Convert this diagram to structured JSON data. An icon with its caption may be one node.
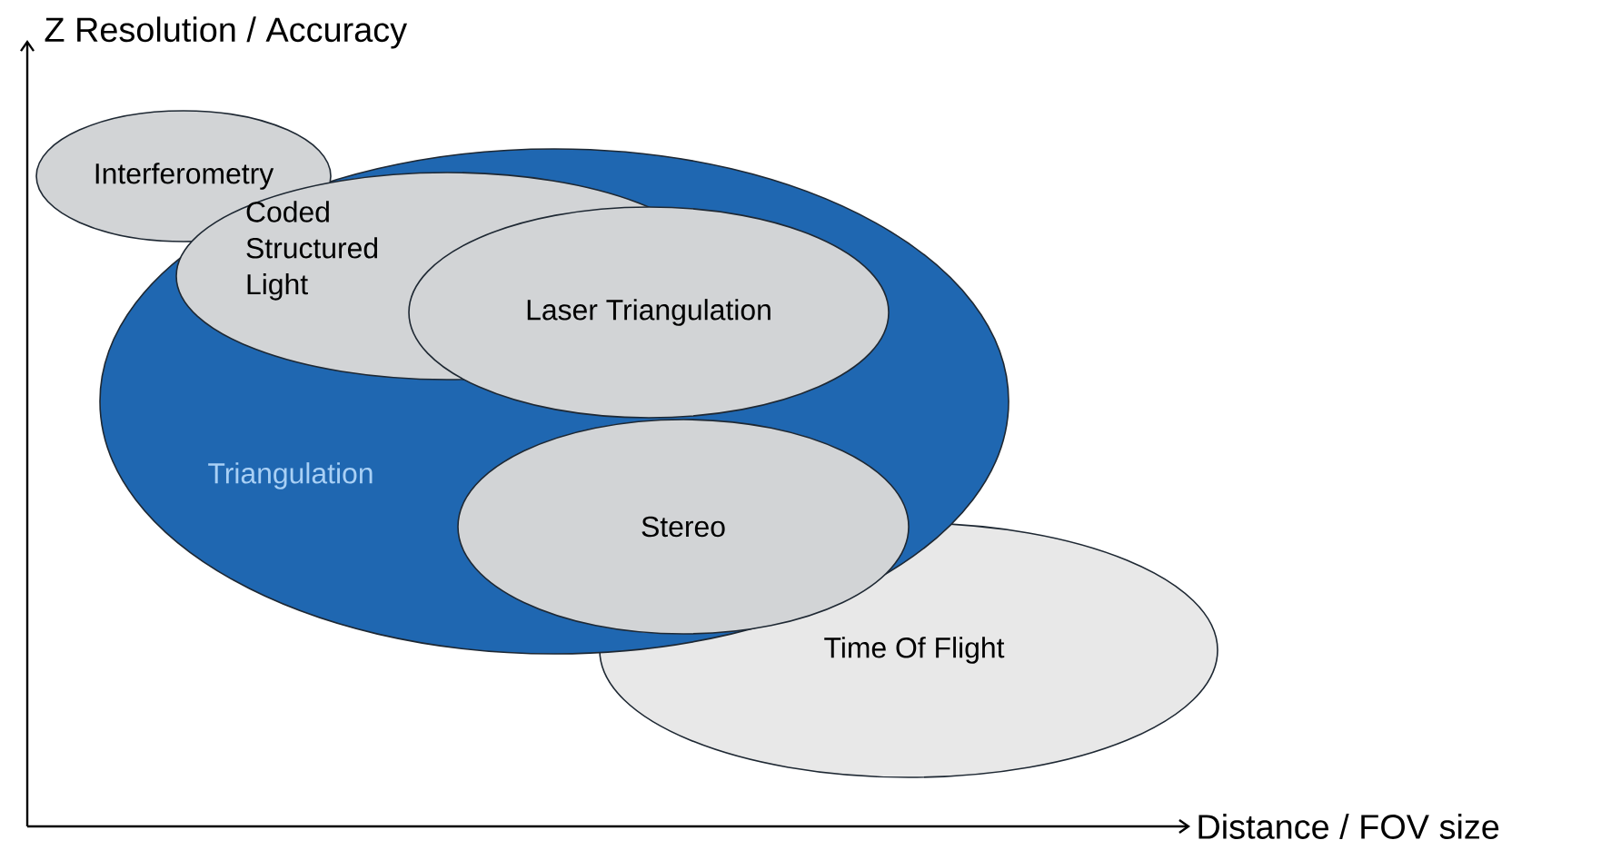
{
  "diagram": {
    "nodes": [
      {
        "text": [
          "Interferometry"
        ]
      },
      {
        "text": [
          "Coded Structured Light"
        ],
        "in": 3
      },
      {
        "text": [
          "Laser Triangulation"
        ],
        "in": 3
      },
      {
        "text": [
          "Triangulation"
        ]
      },
      {
        "text": [
          "Stereo"
        ],
        "in": 3
      },
      {
        "text": [
          "Time Of Flight"
        ]
      }
    ],
    "labels": [
      "Z Resolution / Accuracy",
      "Distance / FOV size"
    ]
  }
}
